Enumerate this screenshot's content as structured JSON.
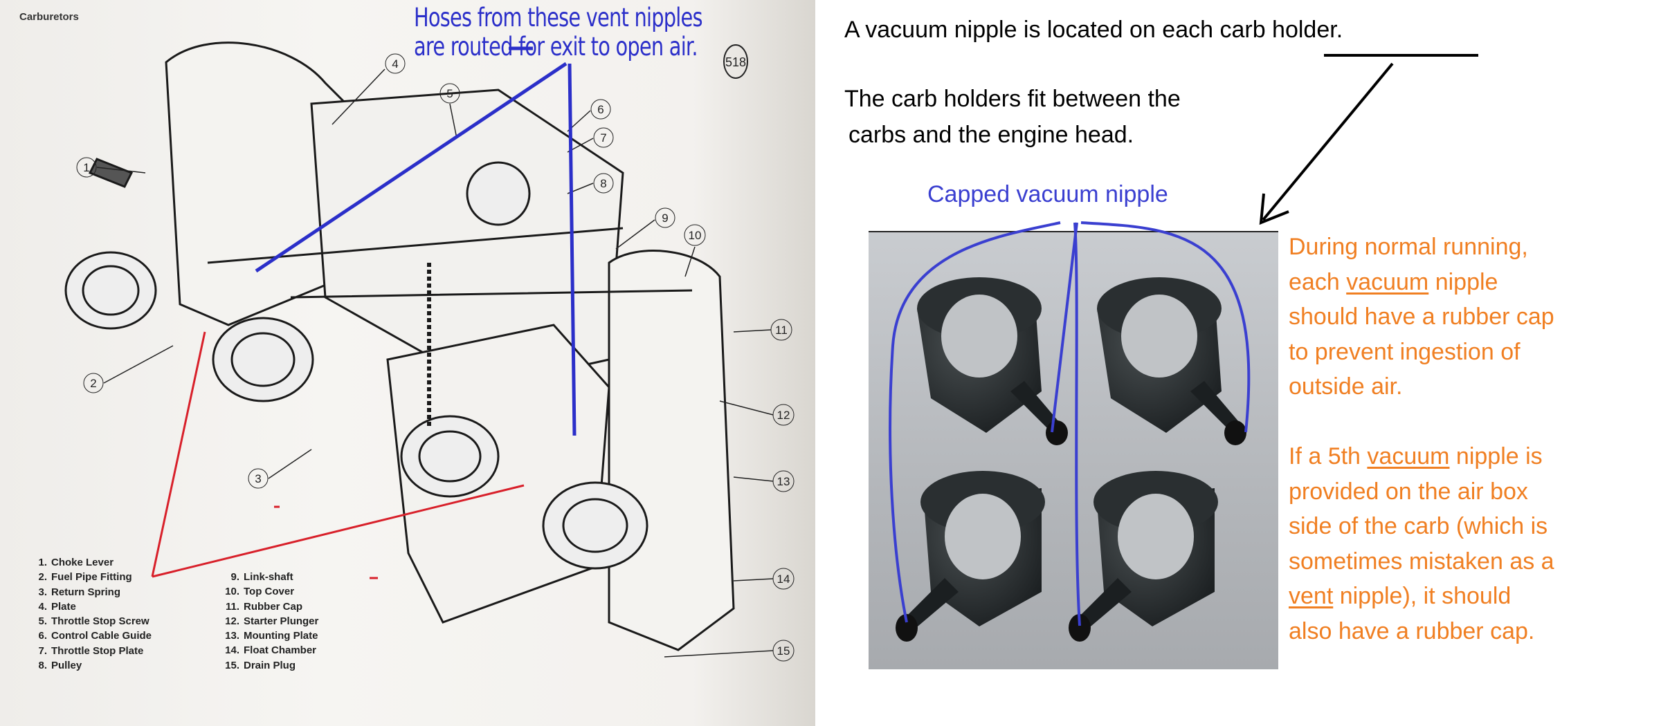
{
  "left_page": {
    "section_title": "Carburetors",
    "page_number": "518",
    "annotation_lines": [
      "Hoses from these vent nipples",
      "are routed for exit to open air."
    ],
    "callout_numbers": [
      "1",
      "2",
      "3",
      "4",
      "5",
      "6",
      "7",
      "8",
      "9",
      "10",
      "11",
      "12",
      "13",
      "14",
      "15"
    ],
    "legend": [
      {
        "num": "1.",
        "label": "Choke Lever"
      },
      {
        "num": "2.",
        "label": "Fuel Pipe Fitting"
      },
      {
        "num": "3.",
        "label": "Return Spring"
      },
      {
        "num": "4.",
        "label": "Plate"
      },
      {
        "num": "5.",
        "label": "Throttle Stop Screw"
      },
      {
        "num": "6.",
        "label": "Control Cable Guide"
      },
      {
        "num": "7.",
        "label": "Throttle Stop Plate"
      },
      {
        "num": "8.",
        "label": "Pulley"
      },
      {
        "num": "9.",
        "label": "Link-shaft"
      },
      {
        "num": "10.",
        "label": "Top Cover"
      },
      {
        "num": "11.",
        "label": "Rubber Cap"
      },
      {
        "num": "12.",
        "label": "Starter Plunger"
      },
      {
        "num": "13.",
        "label": "Mounting Plate"
      },
      {
        "num": "14.",
        "label": "Float Chamber"
      },
      {
        "num": "15.",
        "label": "Drain Plug"
      }
    ]
  },
  "right_panel": {
    "line1_a": "A vacuum nipple is located on each ",
    "line1_b": "carb holder",
    "line1_c": ".",
    "line2": "The carb  holders fit between the",
    "line3": "carbs and the engine head.",
    "photo_caption": "Capped vacuum nipple",
    "orange_lines": [
      [
        "During normal running,"
      ],
      [
        "each ",
        "vacuum",
        " nipple"
      ],
      [
        "should have a rubber cap"
      ],
      [
        "to prevent ingestion of"
      ],
      [
        "outside air."
      ],
      [
        ""
      ],
      [
        "If a 5th ",
        "vacuum",
        " nipple is"
      ],
      [
        "provided on the air box"
      ],
      [
        "side of the carb (which is"
      ],
      [
        "sometimes mistaken as a"
      ],
      [
        "",
        "vent",
        " nipple), it should"
      ],
      [
        "also have a rubber cap."
      ]
    ]
  },
  "colors": {
    "annotation_blue": "#2b2fc9",
    "orange": "#f07f22",
    "red": "#d8202a"
  }
}
